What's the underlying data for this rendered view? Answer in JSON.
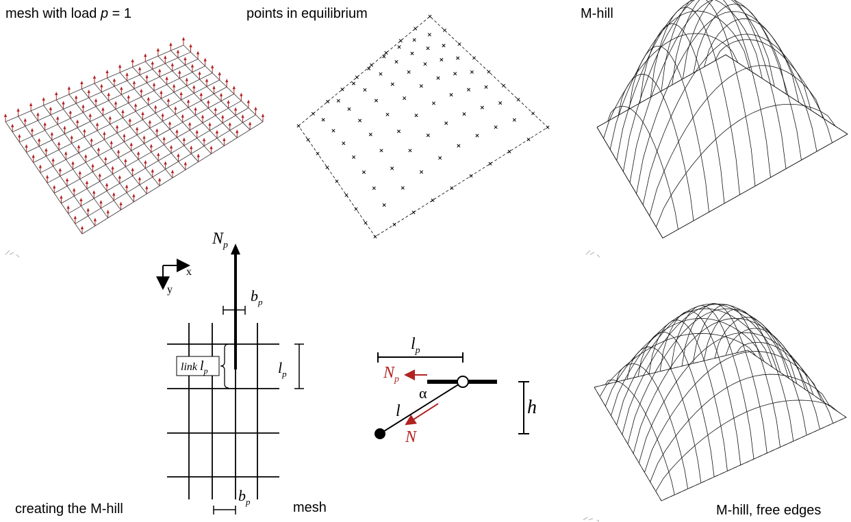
{
  "panels": {
    "top_left_title": "mesh with load",
    "top_left_symbol": "p",
    "top_left_value": "= 1",
    "top_middle_title": "points in equilibrium",
    "top_right_title": "M-hill",
    "bottom_left_caption": "creating the M-hill",
    "bottom_middle_caption": "mesh",
    "bottom_right_caption": "M-hill, free edges"
  },
  "mesh_diagram": {
    "axis_x": "x",
    "axis_y": "y",
    "force_symbol": "N",
    "force_subscript": "p",
    "spacing_symbol": "b",
    "spacing_subscript": "p",
    "link_label": "link",
    "length_symbol": "l",
    "length_subscript": "p"
  },
  "link_diagram": {
    "length_symbol": "l",
    "length_subscript": "p",
    "horizontal_force": "N",
    "horizontal_force_subscript": "p",
    "angle": "α",
    "link_length": "l",
    "link_force": "N",
    "height": "h"
  },
  "colors": {
    "load_arrow": "#b22222",
    "line": "#000000",
    "force_label": "#b22222"
  }
}
